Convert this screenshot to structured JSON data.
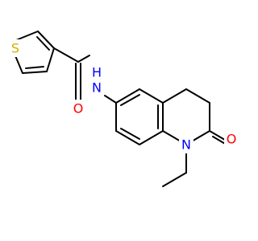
{
  "atoms": {
    "sulfur": {
      "label": "S",
      "color": "#ccb300"
    },
    "amide_oxygen": {
      "label": "O",
      "color": "#ff0000"
    },
    "amide_nitrogen": {
      "label": "N",
      "color": "#0000ff"
    },
    "amide_hydrogen": {
      "label": "H",
      "color": "#0000ff"
    },
    "ring_nitrogen": {
      "label": "N",
      "color": "#0000ff"
    },
    "lactam_oxygen": {
      "label": "O",
      "color": "#ff0000"
    }
  },
  "colors": {
    "bond": "#000000",
    "background": "#ffffff"
  }
}
